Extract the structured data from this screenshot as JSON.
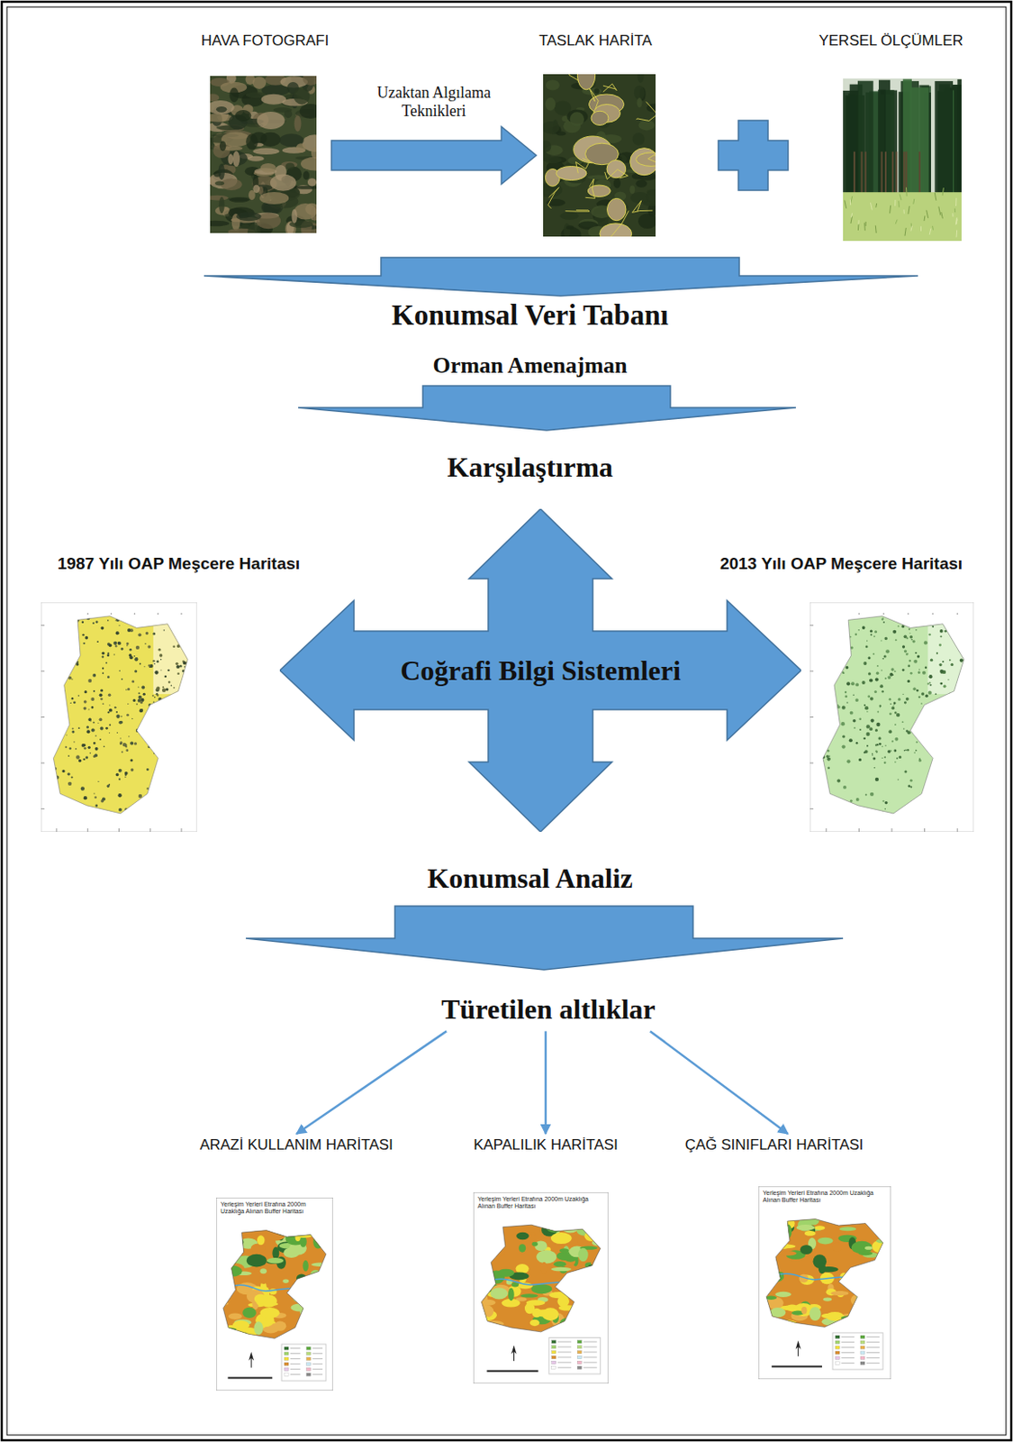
{
  "diagram": {
    "nodes": [
      {
        "text": [
          "HAVA FOTOGRAFI"
        ]
      },
      {
        "text": [
          "TASLAK HARİTA"
        ]
      },
      {
        "text": [
          "YERSEL ÖLÇÜMLER"
        ]
      },
      {
        "text": [
          "Konumsal Veri Tabanı"
        ]
      },
      {
        "text": [
          "Karşılaştırma"
        ]
      },
      {
        "text": [
          "1987 Yılı OAP Meşcere Haritası"
        ]
      },
      {
        "text": [
          "Coğrafi Bilgi Sistemleri"
        ]
      },
      {
        "text": [
          "2013 Yılı OAP Meşcere Haritası"
        ]
      },
      {
        "text": [
          "Konumsal Analiz"
        ]
      },
      {
        "text": [
          "Türetilen altlıklar"
        ]
      },
      {
        "text": [
          "ARAZİ KULLANIM HARİTASI",
          "Yerleşim Yerleri Etrafına 2000m Uzaklığa Alınan Buffer Haritası"
        ]
      },
      {
        "text": [
          "KAPALILIK HARİTASI",
          "Yerleşim Yerleri Etrafına 2000m Uzaklığa Alınan Buffer Haritası"
        ]
      },
      {
        "text": [
          "ÇAĞ SINIFLARI HARİTASI",
          "Yerleşim Yerleri Etrafına 2000m Uzaklığa Alınan Buffer Haritası"
        ]
      }
    ],
    "edges": [
      {
        "from": 0,
        "to": 1,
        "label": "Uzaktan Algılama Teknikleri",
        "arrow": "to"
      },
      {
        "from": 9,
        "to": 10,
        "arrow": "to"
      },
      {
        "from": 9,
        "to": 11,
        "arrow": "to"
      },
      {
        "from": 9,
        "to": 12,
        "arrow": "to"
      }
    ],
    "labels": [
      "Orman Amenajman"
    ]
  }
}
